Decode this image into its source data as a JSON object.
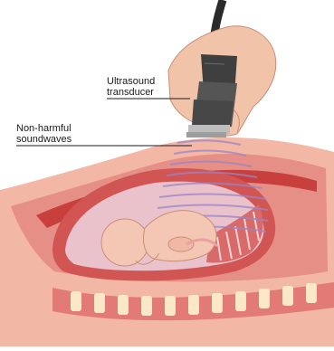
{
  "labels": {
    "transducer_line1": "Ultrasound",
    "transducer_line2": "transducer",
    "waves_line1": "Non-harmful",
    "waves_line2": "soundwaves"
  },
  "colors": {
    "skin": "#f2b7a5",
    "tissue": "#e8928a",
    "muscle": "#c8403e",
    "uterus_wall": "#d15552",
    "fluid": "#eac2cb",
    "soundwave": "#9a84c7",
    "probe_body": "#3d3d3d",
    "probe_tip": "#bdbdbd",
    "spine_disc": "#fbe8c8"
  },
  "icons": [
    "ultrasound-transducer-icon"
  ]
}
